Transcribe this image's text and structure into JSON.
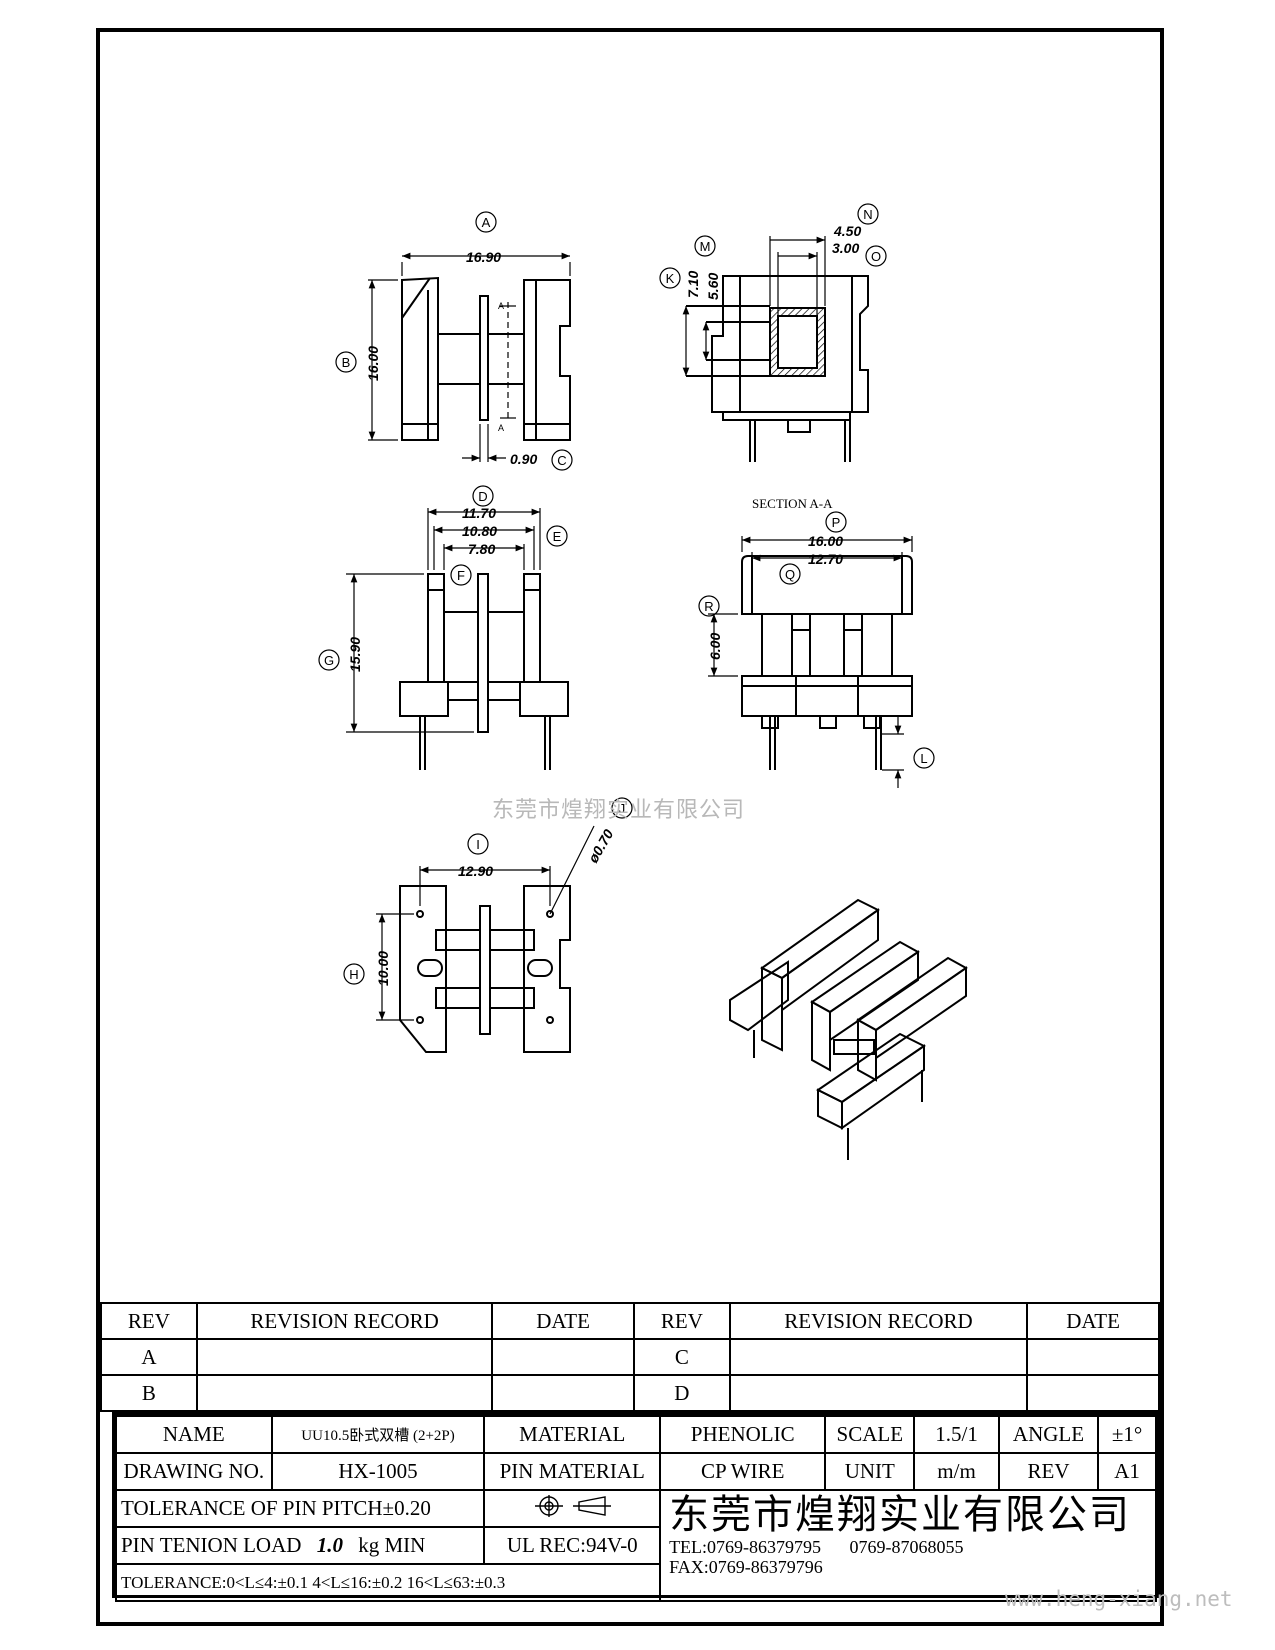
{
  "callouts": {
    "A": "A",
    "B": "B",
    "C": "C",
    "D": "D",
    "E": "E",
    "F": "F",
    "G": "G",
    "H": "H",
    "I": "I",
    "J": "J",
    "K": "K",
    "L": "L",
    "M": "M",
    "N": "N",
    "O": "O",
    "P": "P",
    "Q": "Q",
    "R": "R"
  },
  "dimensions": {
    "A": "16.90",
    "B": "16.00",
    "C": "0.90",
    "D": "11.70",
    "E": "10.80",
    "F": "7.80",
    "G": "15.90",
    "H": "10.00",
    "I": "12.90",
    "J": "ø0.70",
    "K": "7.10",
    "M": "5.60",
    "N": "4.50",
    "O": "3.00",
    "P": "16.00",
    "Q": "12.70",
    "R": "6.00"
  },
  "section_label": "SECTION A-A",
  "section_marks": {
    "top": "A",
    "bottom": "A"
  },
  "watermark_mid": "东莞市煌翔实业有限公司",
  "watermark_url": "www.heng-xiang.net",
  "revision_table": {
    "headers": [
      "REV",
      "REVISION RECORD",
      "DATE",
      "REV",
      "REVISION RECORD",
      "DATE"
    ],
    "rows": [
      [
        "A",
        "",
        "",
        "C",
        "",
        ""
      ],
      [
        "B",
        "",
        "",
        "D",
        "",
        ""
      ]
    ]
  },
  "title_block": {
    "name_label": "NAME",
    "name_value": "UU10.5卧式双槽 (2+2P)",
    "material_label": "MATERIAL",
    "material_value": "PHENOLIC",
    "scale_label": "SCALE",
    "scale_value": "1.5/1",
    "angle_label": "ANGLE",
    "angle_value": "±1°",
    "drawing_no_label": "DRAWING NO.",
    "drawing_no_value": "HX-1005",
    "pin_material_label": "PIN MATERIAL",
    "pin_material_value": "CP WIRE",
    "unit_label": "UNIT",
    "unit_value": "m/m",
    "rev_label": "REV",
    "rev_value": "A1",
    "pin_pitch_tolerance": "TOLERANCE OF PIN PITCH±0.20",
    "pin_tension_label": "PIN TENION LOAD",
    "pin_tension_value": "1.0",
    "pin_tension_unit": "kg MIN",
    "ul_rec": "UL REC:94V-0",
    "general_tolerance": "TOLERANCE:0<L≤4:±0.1  4<L≤16:±0.2   16<L≤63:±0.3",
    "company": "东莞市煌翔实业有限公司",
    "tel": "TEL:0769-86379795",
    "tel2": "0769-87068055",
    "fax": "FAX:0769-86379796"
  }
}
